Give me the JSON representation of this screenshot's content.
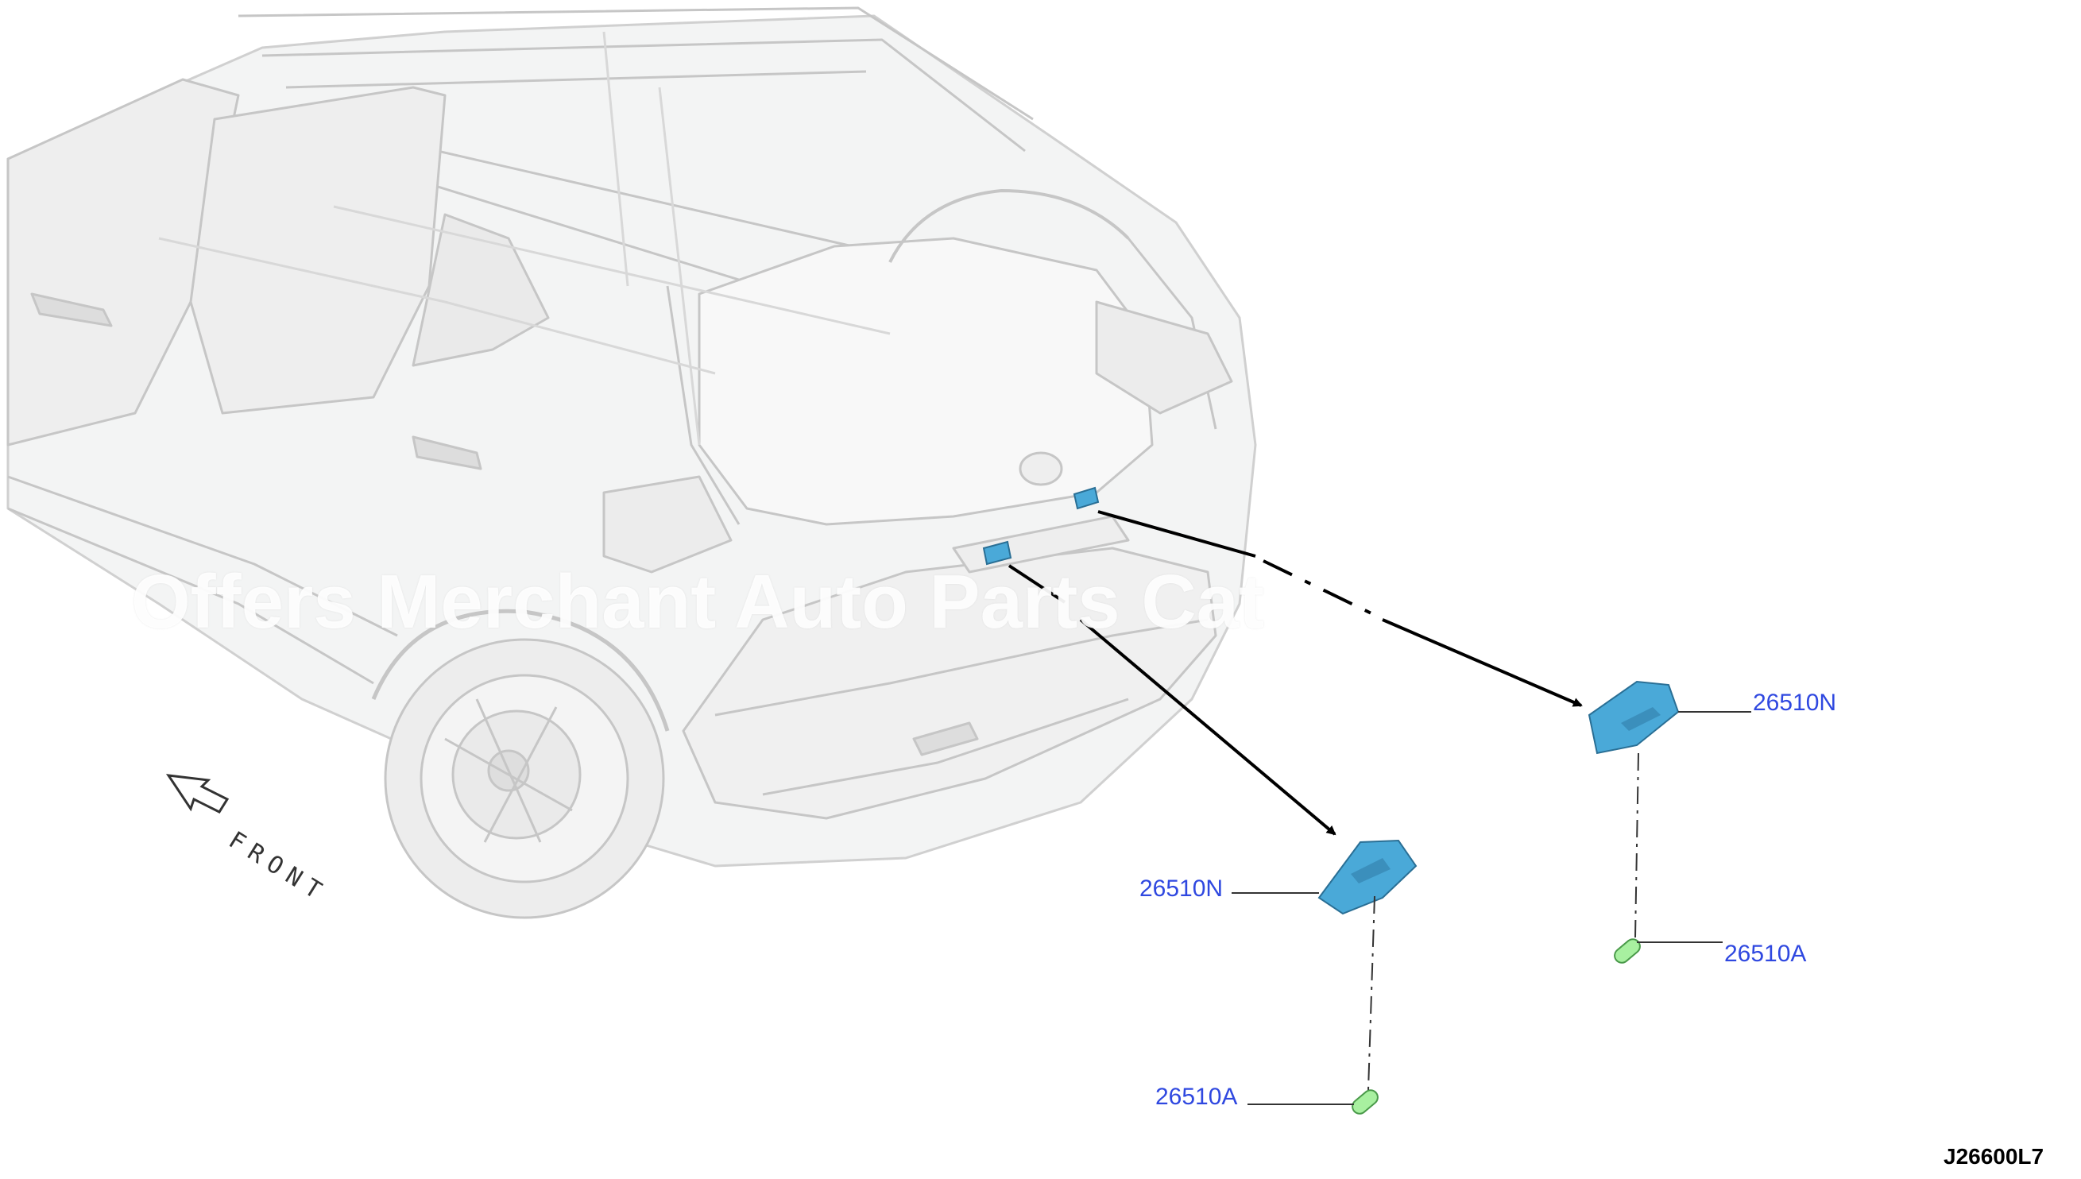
{
  "watermark_text": "Offers Merchant Auto Parts Cat",
  "orientation_label": "FRONT",
  "diagram_code": "J26600L7",
  "parts": {
    "bracket_right": "26510N",
    "bracket_left": "26510N",
    "lamp_right": "26510A",
    "lamp_left": "26510A"
  },
  "colors": {
    "part_label": "#2f48e0",
    "bracket_fill": "#4aa9d8",
    "lamp_fill": "#a8f0a0",
    "vehicle_outline": "#c8c8c8"
  }
}
